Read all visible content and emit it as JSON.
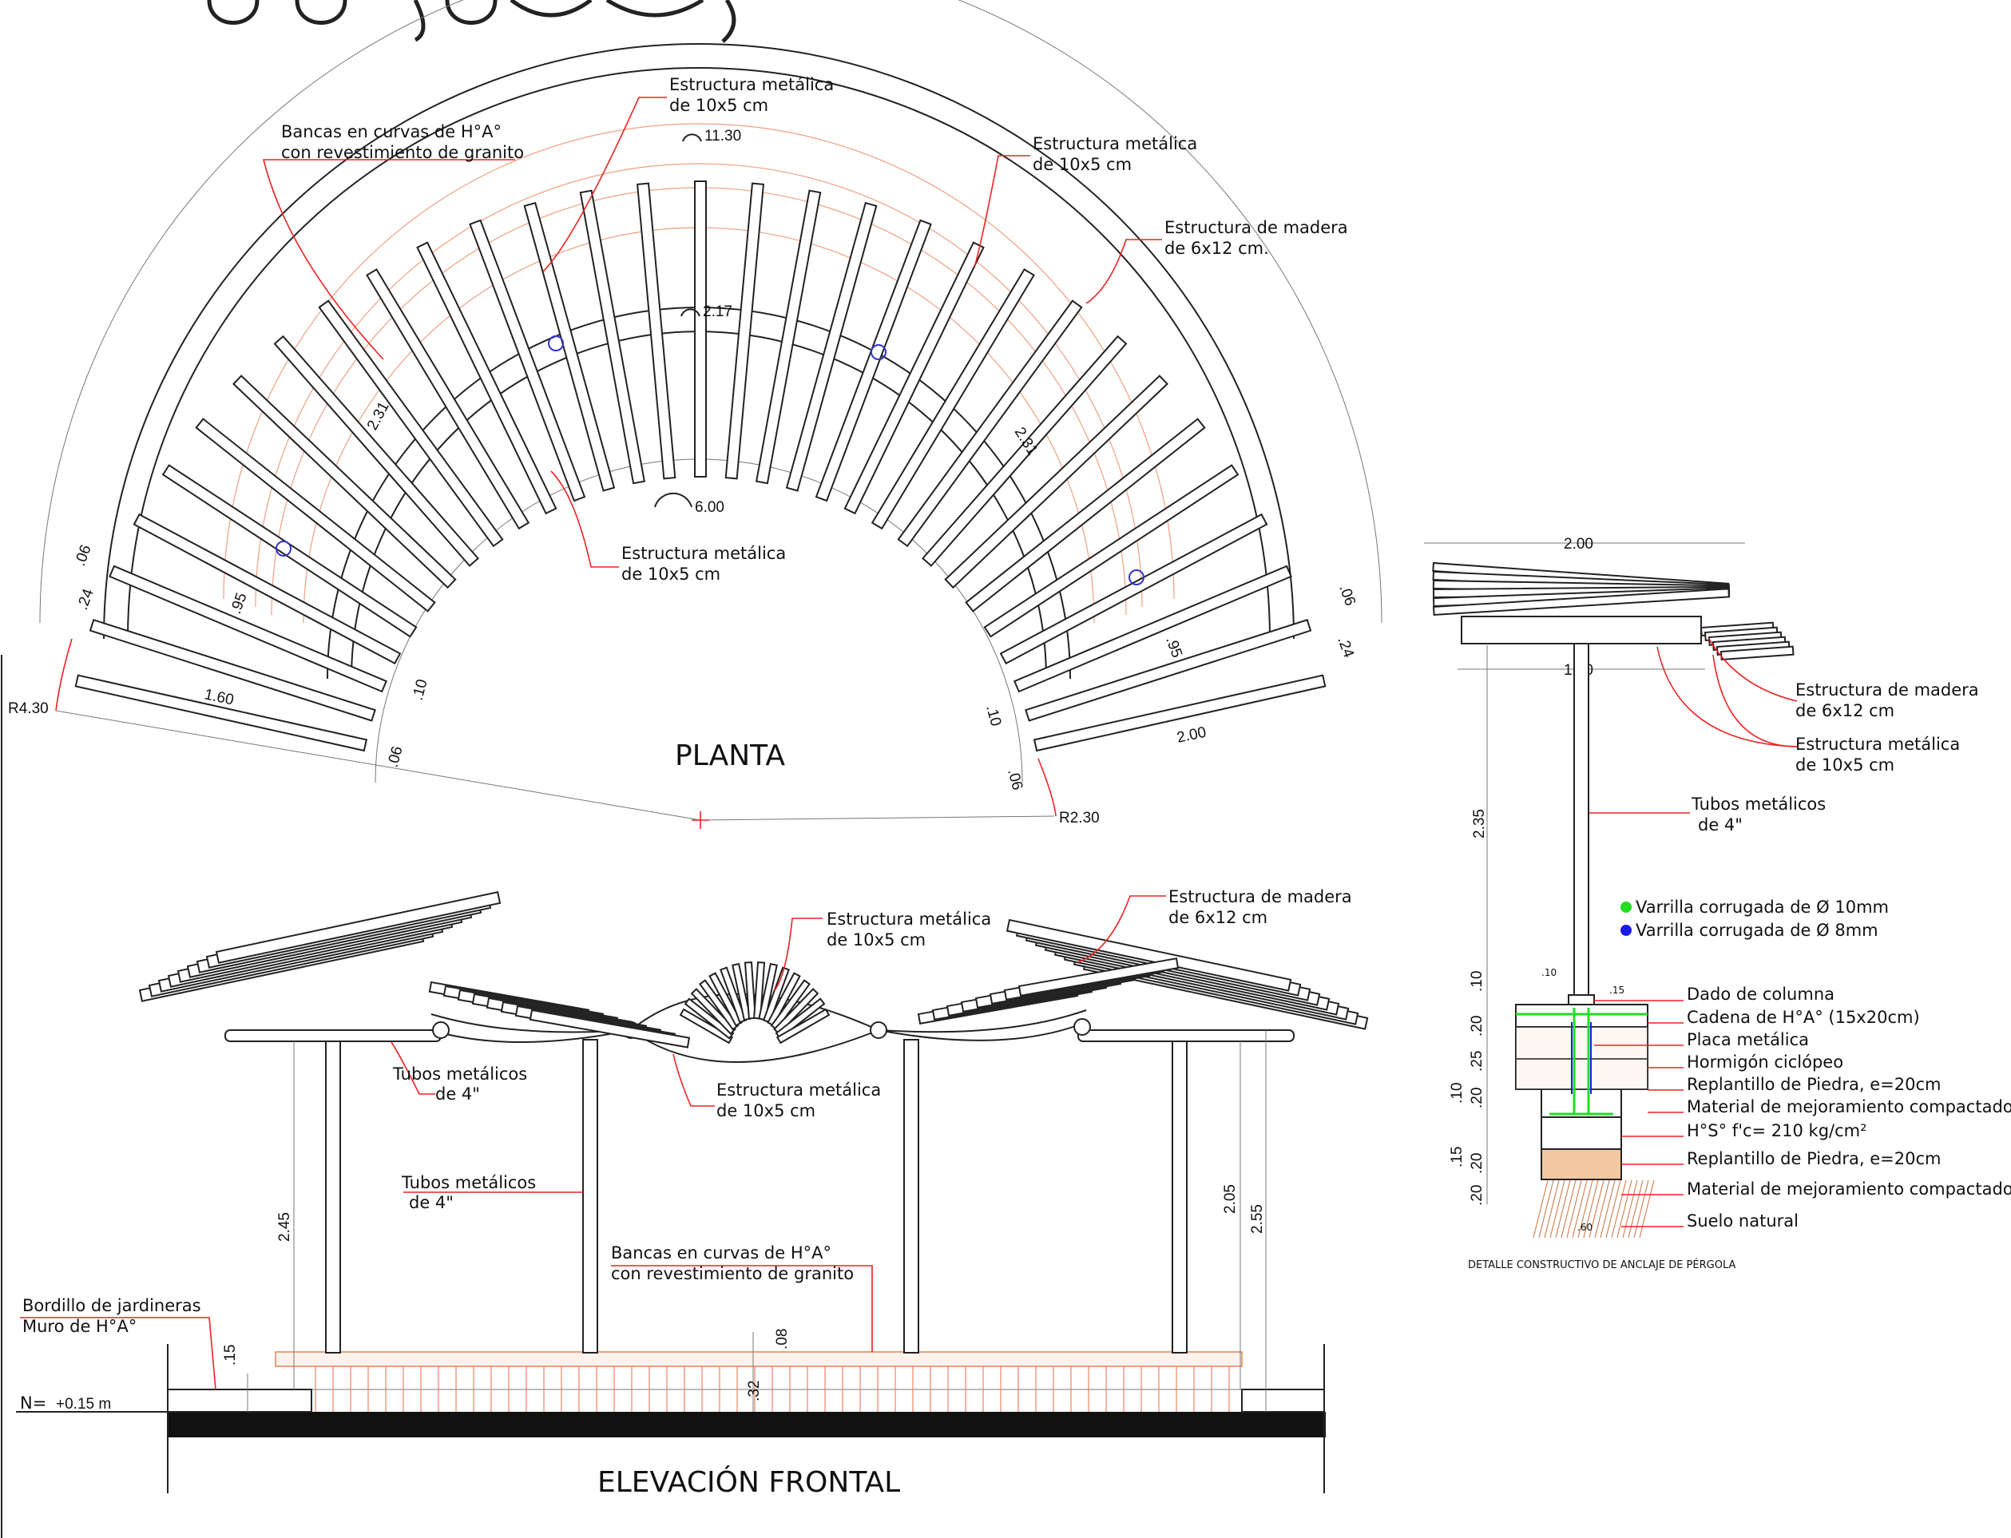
{
  "plan": {
    "title": "PLANTA",
    "labels": {
      "metal_top": [
        "Estructura metálica",
        "de 10x5 cm"
      ],
      "bancas": [
        "Bancas en curvas de H°A°",
        "con revestimiento de granito"
      ],
      "metal_right": [
        "Estructura metálica",
        "de 10x5 cm"
      ],
      "wood_right": [
        "Estructura de madera",
        "de 6x12 cm."
      ],
      "metal_bottom": [
        "Estructura metálica",
        "de 10x5 cm"
      ]
    },
    "dims": {
      "arc_outer": "11.30",
      "arc_mid": "2.17",
      "arc_inner": "6.00",
      "diag_left": "2.31",
      "diag_right": "2.31",
      "radius_outer": "R4.30",
      "radius_inner": "R2.30",
      "left_95": ".95",
      "right_95": ".95",
      "left_160": "1.60",
      "right_200": "2.00",
      "left_06a": ".06",
      "left_24": ".24",
      "left_10": ".10",
      "left_06b": ".06",
      "right_06a": ".06",
      "right_24": ".24",
      "right_10": ".10",
      "right_06b": ".06"
    }
  },
  "elevation": {
    "title": "ELEVACIÓN FRONTAL",
    "labels": {
      "wood": [
        "Estructura de madera",
        "de 6x12 cm"
      ],
      "metal_top": [
        "Estructura metálica",
        "de 10x5 cm"
      ],
      "tubes_upper": [
        "Tubos metálicos",
        "de 4\""
      ],
      "metal_mid": [
        "Estructura metálica",
        "de 10x5 cm"
      ],
      "tubes_lower": [
        "Tubos metálicos",
        "de 4\""
      ],
      "bancas": [
        "Bancas en curvas de H°A°",
        "con revestimiento de granito"
      ],
      "bordillo": [
        "Bordillo de jardineras",
        "Muro de H°A°"
      ],
      "level": [
        "N=",
        "+0.15 m"
      ]
    },
    "dims": {
      "h_245": "2.45",
      "h_205": "2.05",
      "h_255": "2.55",
      "d_15": ".15",
      "d_08": ".08",
      "d_32": ".32"
    }
  },
  "detail": {
    "title": "DETALLE CONSTRUCTIVO DE ANCLAJE DE PÉRGOLA",
    "top_dims": {
      "w_200": "2.00",
      "w_160": "1.60",
      "h_235": "2.35"
    },
    "labels": {
      "wood": [
        "Estructura de madera",
        "de 6x12 cm"
      ],
      "metal": [
        "Estructura metálica",
        "de 10x5 cm"
      ],
      "tubes": [
        "Tubos metálicos",
        "de 4\""
      ]
    },
    "legend": [
      {
        "color": "#22dd22",
        "text": "Varrilla corrugada de Ø 10mm"
      },
      {
        "color": "#1a1aee",
        "text": "Varrilla corrugada de Ø 8mm"
      }
    ],
    "layers": [
      "Dado de columna",
      "Cadena de H°A° (15x20cm)",
      "Placa metálica",
      "Hormigón ciclópeo",
      "Replantillo de Piedra, e=20cm",
      "Material de mejoramiento compactado",
      "H°S° f'c= 210 kg/cm²",
      "Replantillo de Piedra, e=20cm",
      "Material de mejoramiento compactado",
      "Suelo natural"
    ],
    "side_dims": [
      ".10",
      ".20",
      ".25",
      ".20",
      ".10",
      ".15",
      ".20",
      ".20"
    ],
    "small_dims": {
      "a": ".10",
      "b": ".15",
      "c": ".60"
    }
  }
}
